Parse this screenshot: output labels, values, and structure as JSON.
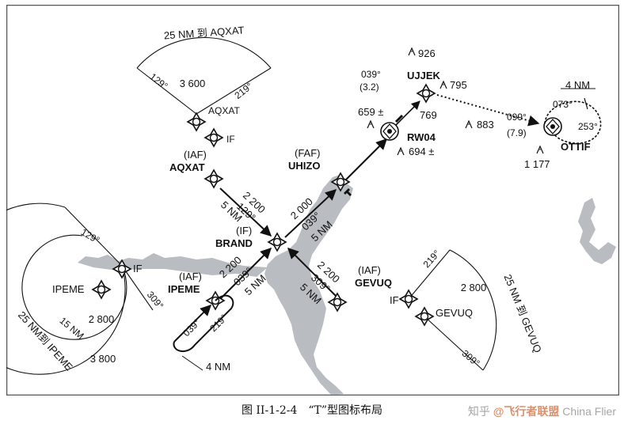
{
  "caption": "图 II-1-2-4　“T”型图标布局",
  "watermark": {
    "left": "知乎",
    "right": "@飞行者联盟",
    "sub": "China Flier"
  },
  "colors": {
    "water": "#b9bdc2",
    "ink": "#111111",
    "border": "#555555"
  },
  "msa": {
    "aqxat": {
      "arc": "25 NM 到 AQXAT",
      "alt": "3 600",
      "brg_left": "129°",
      "brg_right": "219°",
      "fix": "AQXAT",
      "if": "IF"
    },
    "ipeme": {
      "outer_arc": "25 NM到 IPEME",
      "inner_arc": "15 NM",
      "inner_alt": "2 800",
      "outer_alt": "3 800",
      "brg_top": "129°",
      "brg_bottom": "309°",
      "fix": "IPEME",
      "if": "IF"
    },
    "gevuq": {
      "arc": "25 NM 到 GEVUQ",
      "alt": "2 800",
      "brg_top": "219°",
      "brg_bottom": "309°",
      "fix": "GEVUQ",
      "if": "IF"
    }
  },
  "fixes": {
    "aqxat": {
      "role": "(IAF)",
      "name": "AQXAT"
    },
    "uhizo": {
      "role": "(FAF)",
      "name": "UHIZO"
    },
    "brand": {
      "role": "(IF)",
      "name": "BRAND"
    },
    "ipeme": {
      "role": "(IAF)",
      "name": "IPEME"
    },
    "gevuq": {
      "role": "(IAF)",
      "name": "GEVUQ"
    },
    "ujjek": {
      "name": "UJJEK"
    },
    "rw04": {
      "name": "RW04"
    },
    "ottif": {
      "name": "OTTIF"
    }
  },
  "legs": {
    "aqxat_brand": {
      "alt": "2 200",
      "brg": "129°",
      "dist": "5 NM"
    },
    "brand_uhizo": {
      "alt": "2 000",
      "brg": "039°",
      "dist": "5 NM"
    },
    "ipeme_brand": {
      "alt": "2 200",
      "brg": "039°",
      "dist": "5 NM"
    },
    "gevuq_brand": {
      "alt": "2 200",
      "brg": "309°",
      "dist": "5 NM"
    },
    "rw04_ujjek": {
      "brg": "039°",
      "dist": "(3.2)"
    },
    "ujjek_ottif": {
      "brg": "099°",
      "dist": "(7.9)"
    }
  },
  "holds": {
    "ipeme": {
      "inbound": "039°",
      "outbound": "219°",
      "len": "4 NM"
    },
    "ottif": {
      "inbound": "073°",
      "outbound": "253°",
      "len": "4 NM"
    }
  },
  "obstacles": [
    "926",
    "795",
    "883",
    "769",
    "659 ±",
    "694 ±",
    "1 177"
  ]
}
